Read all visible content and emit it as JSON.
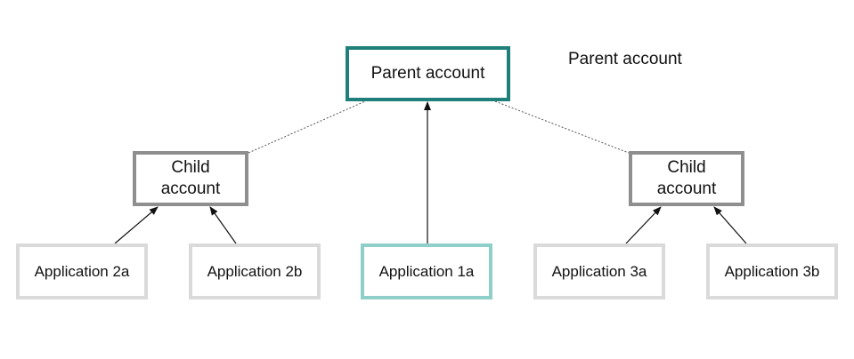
{
  "parent": {
    "label": "Parent account"
  },
  "legend": {
    "label": "Parent account"
  },
  "children": [
    {
      "label": "Child account"
    },
    {
      "label": "Child account"
    }
  ],
  "applications": [
    {
      "label": "Application 2a"
    },
    {
      "label": "Application 2b"
    },
    {
      "label": "Application 1a"
    },
    {
      "label": "Application 3a"
    },
    {
      "label": "Application 3b"
    }
  ],
  "colors": {
    "parent_border": "#1f7f7a",
    "child_border": "#8f8f8f",
    "app_border": "#dadada",
    "app_1a_border": "#8fcfca",
    "arrow": "#111111",
    "dotted_line": "#555555"
  },
  "connectors": [
    {
      "from": "child-account-left",
      "to": "parent-account",
      "style": "dotted"
    },
    {
      "from": "child-account-right",
      "to": "parent-account",
      "style": "dotted"
    },
    {
      "from": "application-1a",
      "to": "parent-account",
      "style": "arrow"
    },
    {
      "from": "application-2a",
      "to": "child-account-left",
      "style": "arrow"
    },
    {
      "from": "application-2b",
      "to": "child-account-left",
      "style": "arrow"
    },
    {
      "from": "application-3a",
      "to": "child-account-right",
      "style": "arrow"
    },
    {
      "from": "application-3b",
      "to": "child-account-right",
      "style": "arrow"
    }
  ]
}
